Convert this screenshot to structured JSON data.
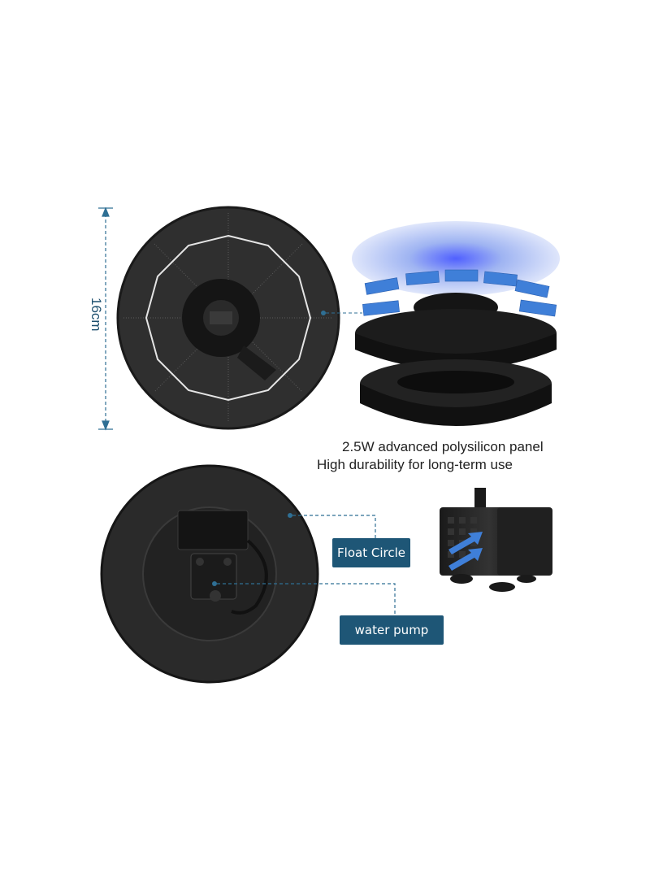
{
  "dimension": {
    "label": "16cm"
  },
  "captions": {
    "line1": "2.5W advanced polysilicon panel",
    "line2": "High durability for long-term use"
  },
  "callouts": {
    "float_circle": "Float Circle",
    "water_pump": "water pump"
  },
  "colors": {
    "accent": "#1e5676",
    "dimension_line": "#2f6f94",
    "panel": "#2b2b2b",
    "blue_cell": "#3f7fd8"
  }
}
